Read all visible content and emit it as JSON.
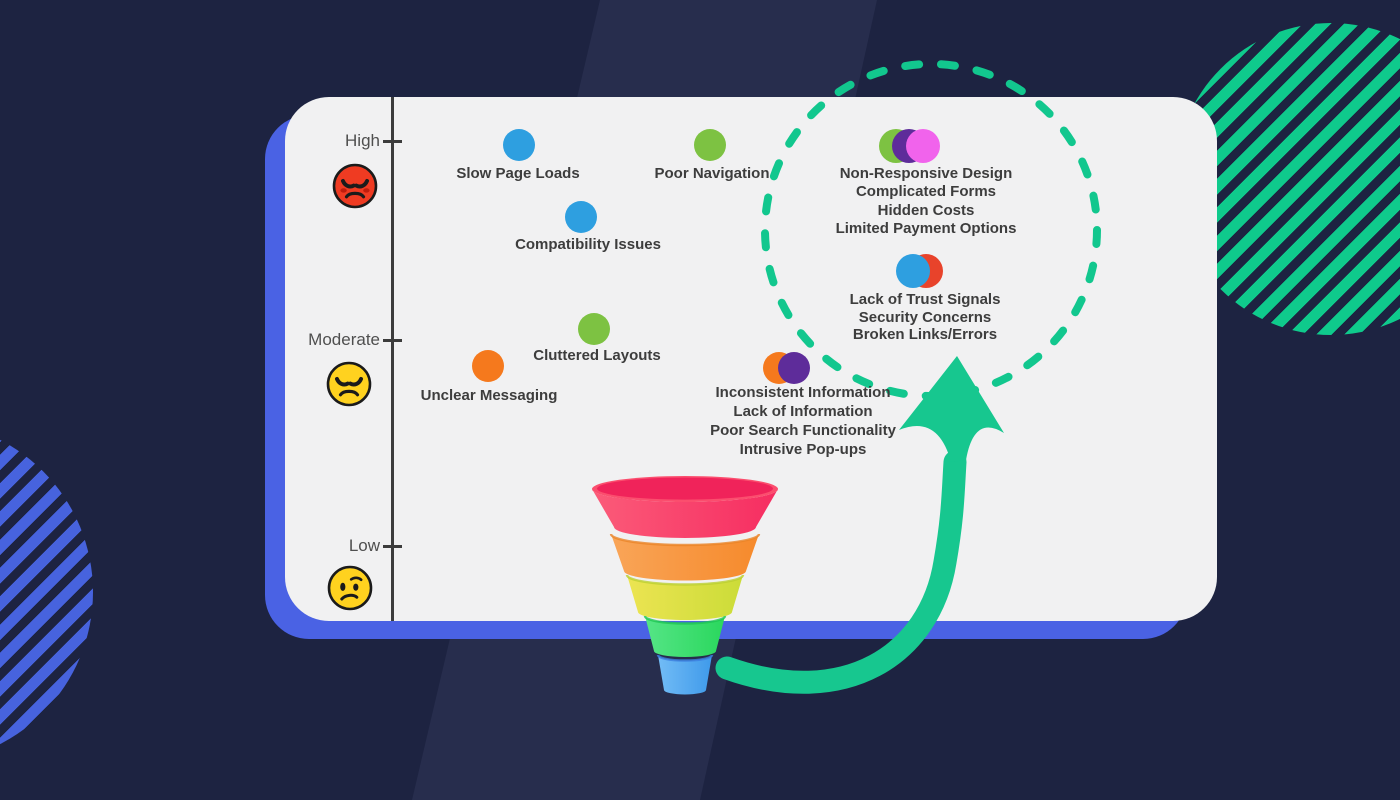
{
  "chart_data": {
    "type": "scatter",
    "title": "",
    "description": "Website issues plotted by severity with funnel and highlighted high-impact clusters",
    "axis_levels": [
      {
        "label": "High",
        "emoji": "angry-red-face",
        "emoji_color": "#EF3B22"
      },
      {
        "label": "Moderate",
        "emoji": "angry-yellow-face",
        "emoji_color": "#FFD21F"
      },
      {
        "label": "Low",
        "emoji": "confused-yellow-face",
        "emoji_color": "#FFD21F"
      }
    ],
    "points": [
      {
        "labels": [
          "Slow Page Loads"
        ],
        "colors": [
          "#2E9FE0"
        ],
        "severity": "High"
      },
      {
        "labels": [
          "Poor Navigation"
        ],
        "colors": [
          "#7DC242"
        ],
        "severity": "High"
      },
      {
        "labels": [
          "Compatibility Issues"
        ],
        "colors": [
          "#2E9FE0"
        ],
        "severity": "High"
      },
      {
        "labels": [
          "Cluttered Layouts"
        ],
        "colors": [
          "#7DC242"
        ],
        "severity": "Moderate"
      },
      {
        "labels": [
          "Unclear Messaging"
        ],
        "colors": [
          "#F5791D"
        ],
        "severity": "Moderate"
      },
      {
        "labels": [
          "Inconsistent Information",
          "Lack of Information",
          "Poor Search Functionality",
          "Intrusive Pop-ups"
        ],
        "colors": [
          "#F5791D",
          "#5E2C9A"
        ],
        "severity": "Moderate"
      },
      {
        "labels": [
          "Non-Responsive Design",
          "Complicated Forms",
          "Hidden Costs",
          "Limited Payment Options"
        ],
        "colors": [
          "#7DC242",
          "#5E2C9A",
          "#F163EC"
        ],
        "severity": "High"
      },
      {
        "labels": [
          "Lack of Trust Signals",
          "Security Concerns",
          "Broken Links/Errors"
        ],
        "colors": [
          "#2E9FE0",
          "#E8432B"
        ],
        "severity": "High-Moderate"
      }
    ],
    "annotations": {
      "dashed_circle_color": "#12C78E",
      "arrow_color": "#17C78F",
      "highlighted_points": [
        "Non-Responsive Design cluster",
        "Lack of Trust Signals cluster"
      ]
    },
    "funnel_segment_colors": [
      "#F8395F",
      "#F79440",
      "#DDE04A",
      "#3FDC72",
      "#55ACF0"
    ]
  },
  "theme": {
    "background": "#1D2341",
    "background_band": "#272D4D",
    "card": "#F1F1F2",
    "card_accent": "#4A62E4",
    "stripe_green": "#0FCA8C",
    "stripe_blue": "#4763DE",
    "axis_color": "#3C3C3C",
    "label_text": "#3D3D3D"
  }
}
